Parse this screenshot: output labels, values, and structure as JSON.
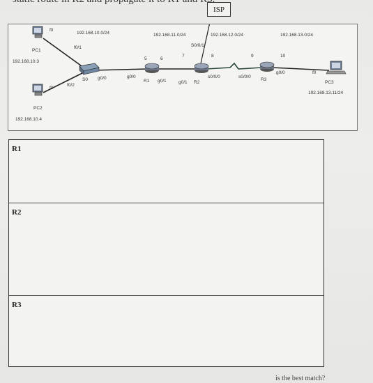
{
  "header": {
    "cut_text": "static route in R2 and propagate it to R1 and R3.",
    "isp_label": "ISP"
  },
  "topology": {
    "pc1": {
      "name": "PC1",
      "ip": "192.168.10.3",
      "port": "f0"
    },
    "pc2": {
      "name": "PC2",
      "ip": "192.168.10.4",
      "port": "f0"
    },
    "pc3": {
      "name": "PC3",
      "ip": "192.168.13.11/24",
      "port": "f0"
    },
    "switch": {
      "name": "S0",
      "port_top": "f0/1",
      "port_bottom": "f0/2",
      "port_uplink": "g0/0"
    },
    "r1": {
      "name": "R1",
      "port_left": "g0/0",
      "port_right": "g0/1",
      "host_left": "5",
      "host_right": "6"
    },
    "r2": {
      "name": "R2",
      "port_left": "g0/1",
      "port_right": "s0/0/0",
      "port_up": "S0/0/1",
      "host_left": "7",
      "host_right": "8"
    },
    "r3": {
      "name": "R3",
      "port_left": "s0/0/0",
      "port_right": "g0/0",
      "host_left": "9",
      "host_right": "10"
    },
    "networks": [
      "192.168.10.0/24",
      "192.168.11.0/24",
      "192.168.12.0/24",
      "192.168.13.0/24"
    ]
  },
  "answer_table": {
    "sections": [
      "R1",
      "R2",
      "R3"
    ]
  },
  "footer": {
    "cut_text": "is the best match?"
  }
}
